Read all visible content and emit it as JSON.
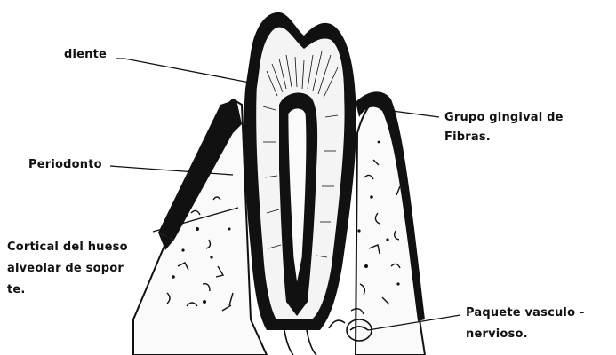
{
  "labels": {
    "diente": "diente",
    "grupo_gingival_line1": "Grupo gingival de",
    "grupo_gingival_line2": "Fibras.",
    "periodonto": "Periodonto",
    "cortical_line1": "Cortical del hueso",
    "cortical_line2": "alveolar de sopor",
    "cortical_line3": "te.",
    "paquete_line1": "Paquete vasculo -",
    "paquete_line2": "nervioso."
  },
  "colors": {
    "ink": "#111111",
    "paper": "#ffffff",
    "dentin": "#f4f4f4"
  }
}
